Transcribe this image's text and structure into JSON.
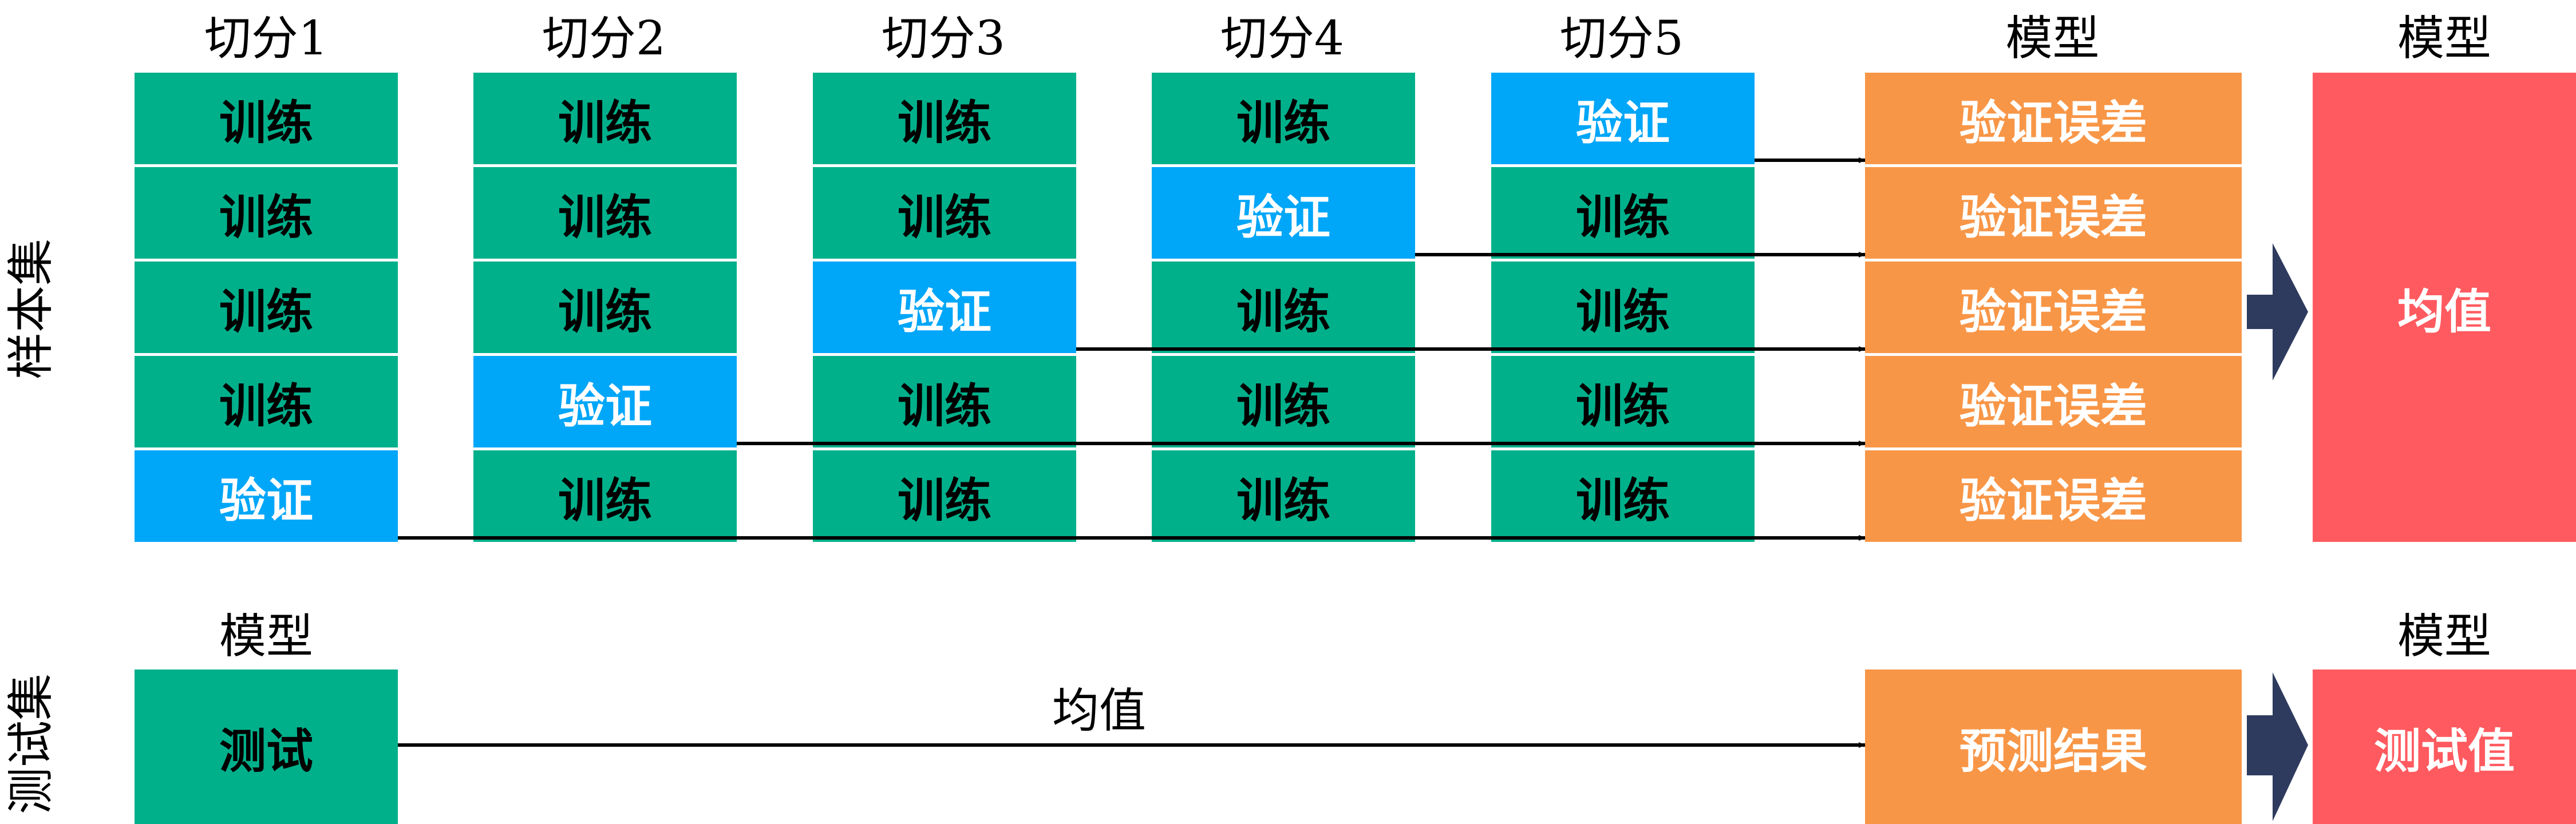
{
  "fold_headers": [
    "切分1",
    "切分2",
    "切分3",
    "切分4",
    "切分5"
  ],
  "model_header_errors": "模型",
  "model_header_mean": "模型",
  "model_header_test_left": "模型",
  "model_header_test_right": "模型",
  "sample_set_label": "样本集",
  "test_set_label": "测试集",
  "train_label": "训练",
  "validate_label": "验证",
  "validation_error_label": "验证误差",
  "mean_label": "均值",
  "test_label": "测试",
  "test_mean_label": "均值",
  "prediction_label": "预测结果",
  "test_value_label": "测试值",
  "validation_row_per_fold": [
    4,
    3,
    2,
    1,
    0
  ],
  "colors": {
    "train": "#00B08B",
    "validate": "#00A6F8",
    "error": "#F89647",
    "mean": "#FF5A5F",
    "arrow": "#2E3B5E"
  }
}
